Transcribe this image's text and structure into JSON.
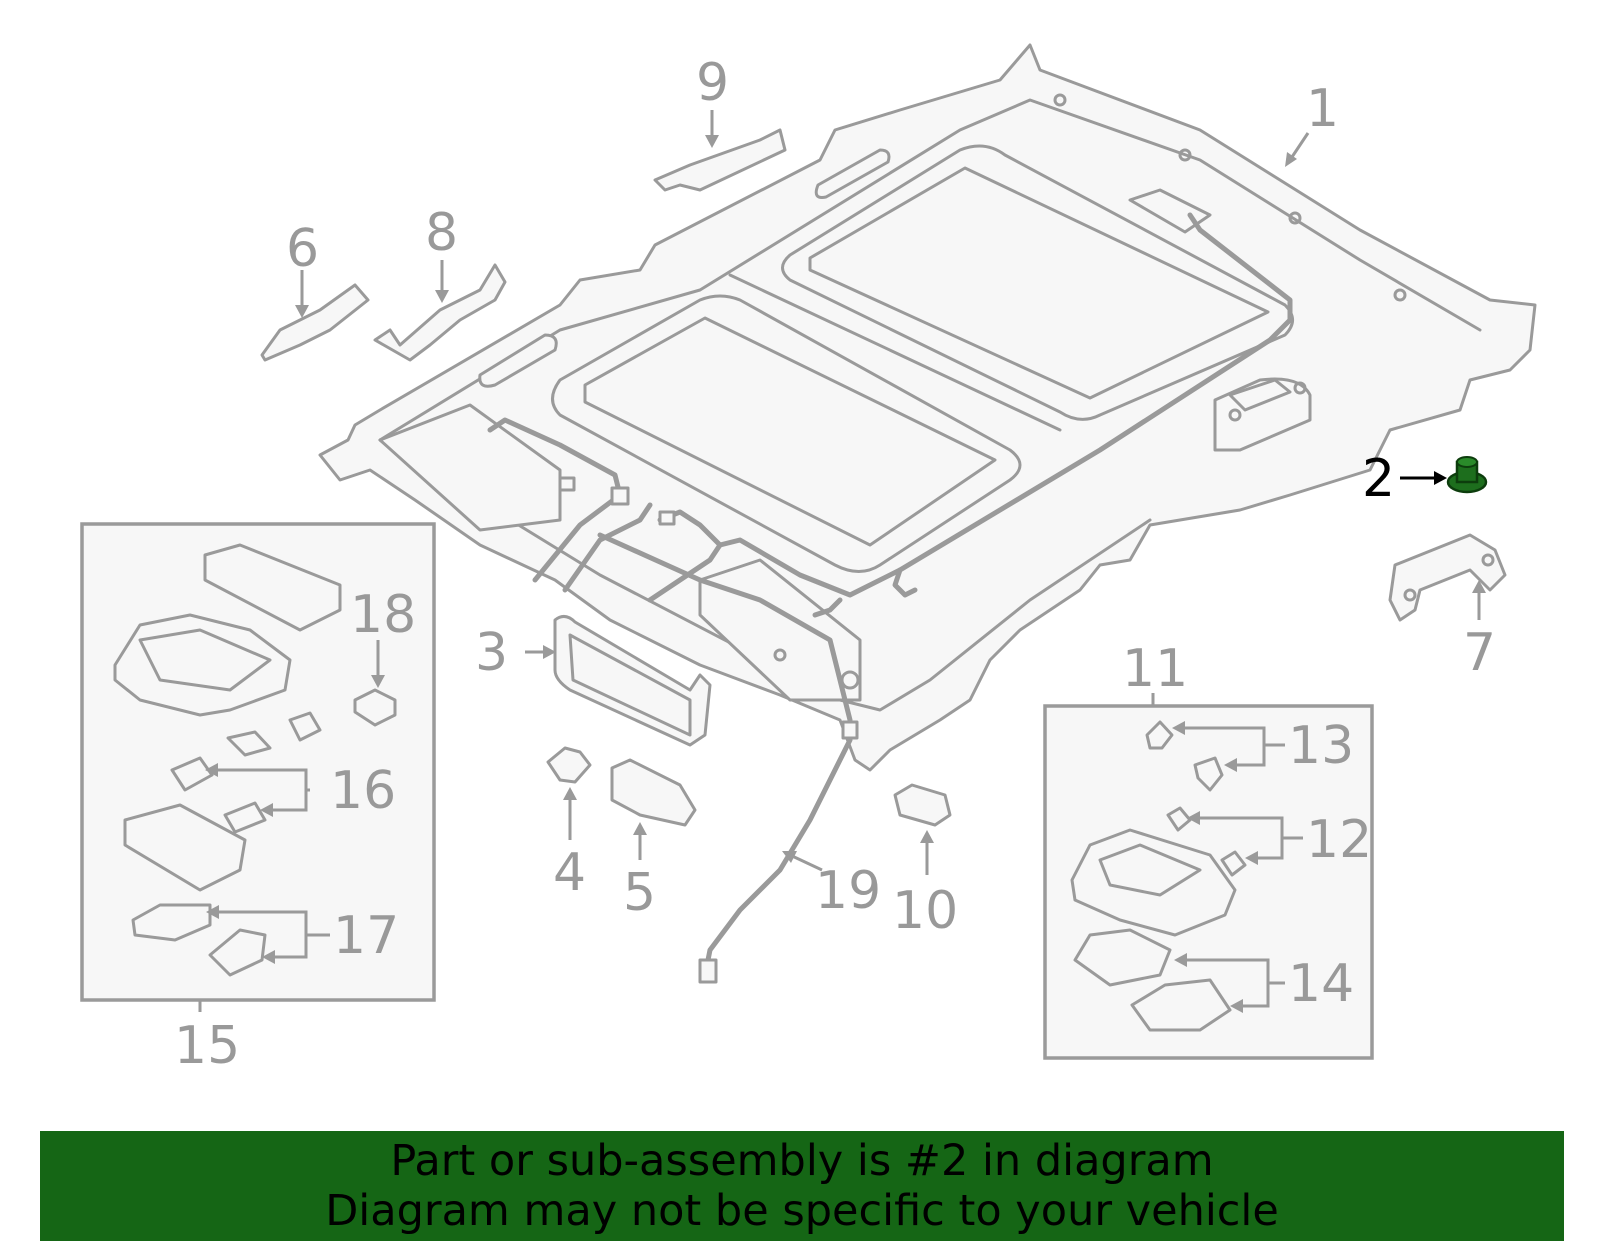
{
  "colors": {
    "banner_bg": "#156615",
    "banner_text": "#000000",
    "line_art": "#9a9a9a",
    "highlight_part": "#1d6e1d",
    "callout_text": "#999999",
    "highlight_callout_text": "#000000"
  },
  "callouts": {
    "c1": "1",
    "c2": "2",
    "c3": "3",
    "c4": "4",
    "c5": "5",
    "c6": "6",
    "c7": "7",
    "c8": "8",
    "c9": "9",
    "c10": "10",
    "c11": "11",
    "c12": "12",
    "c13": "13",
    "c14": "14",
    "c15": "15",
    "c16": "16",
    "c17": "17",
    "c18": "18",
    "c19": "19"
  },
  "highlighted_part": "2",
  "banner": {
    "line1": "Part or sub-assembly is #2 in diagram",
    "line2": "Diagram may not be specific to your vehicle"
  }
}
